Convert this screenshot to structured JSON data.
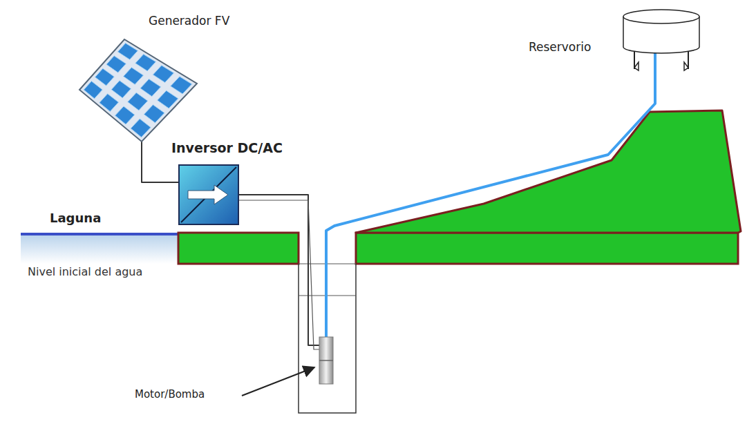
{
  "diagram": {
    "nodes": [
      {
        "text": [
          "Generador FV"
        ]
      },
      {
        "text": [
          "Inversor DC/AC"
        ]
      },
      {
        "text": [
          "Motor/Bomba"
        ]
      },
      {
        "text": [
          "Reservorio"
        ]
      }
    ],
    "edges": [
      {
        "from": 0,
        "to": 1,
        "arrow": "none"
      },
      {
        "from": 1,
        "to": 2,
        "arrow": "none"
      },
      {
        "from": 2,
        "to": 3,
        "arrow": "none"
      }
    ],
    "labels": [
      "Laguna",
      "Nivel inicial del agua"
    ]
  }
}
